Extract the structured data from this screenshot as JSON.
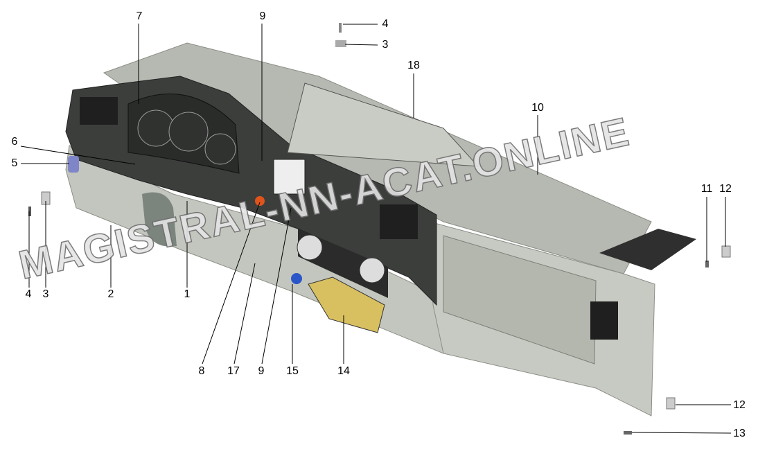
{
  "diagram": {
    "watermark": "MAGISTRAL-NN-ACAT.ONLINE",
    "callouts": [
      {
        "id": "c7",
        "text": "7"
      },
      {
        "id": "c9a",
        "text": "9"
      },
      {
        "id": "c4a",
        "text": "4"
      },
      {
        "id": "c3a",
        "text": "3"
      },
      {
        "id": "c18",
        "text": "18"
      },
      {
        "id": "c10",
        "text": "10"
      },
      {
        "id": "c6",
        "text": "6"
      },
      {
        "id": "c5",
        "text": "5"
      },
      {
        "id": "c11",
        "text": "11"
      },
      {
        "id": "c12a",
        "text": "12"
      },
      {
        "id": "c4b",
        "text": "4"
      },
      {
        "id": "c3b",
        "text": "3"
      },
      {
        "id": "c2",
        "text": "2"
      },
      {
        "id": "c1",
        "text": "1"
      },
      {
        "id": "c8",
        "text": "8"
      },
      {
        "id": "c17",
        "text": "17"
      },
      {
        "id": "c9b",
        "text": "9"
      },
      {
        "id": "c15",
        "text": "15"
      },
      {
        "id": "c14",
        "text": "14"
      },
      {
        "id": "c12b",
        "text": "12"
      },
      {
        "id": "c13",
        "text": "13"
      }
    ],
    "colors": {
      "panel": "#b9bdb5",
      "dark": "#3a3c3a",
      "light": "#d4d7d0",
      "switch_red": "#e0541c",
      "switch_blue": "#2a56c8",
      "pocket": "#d8c060"
    }
  }
}
